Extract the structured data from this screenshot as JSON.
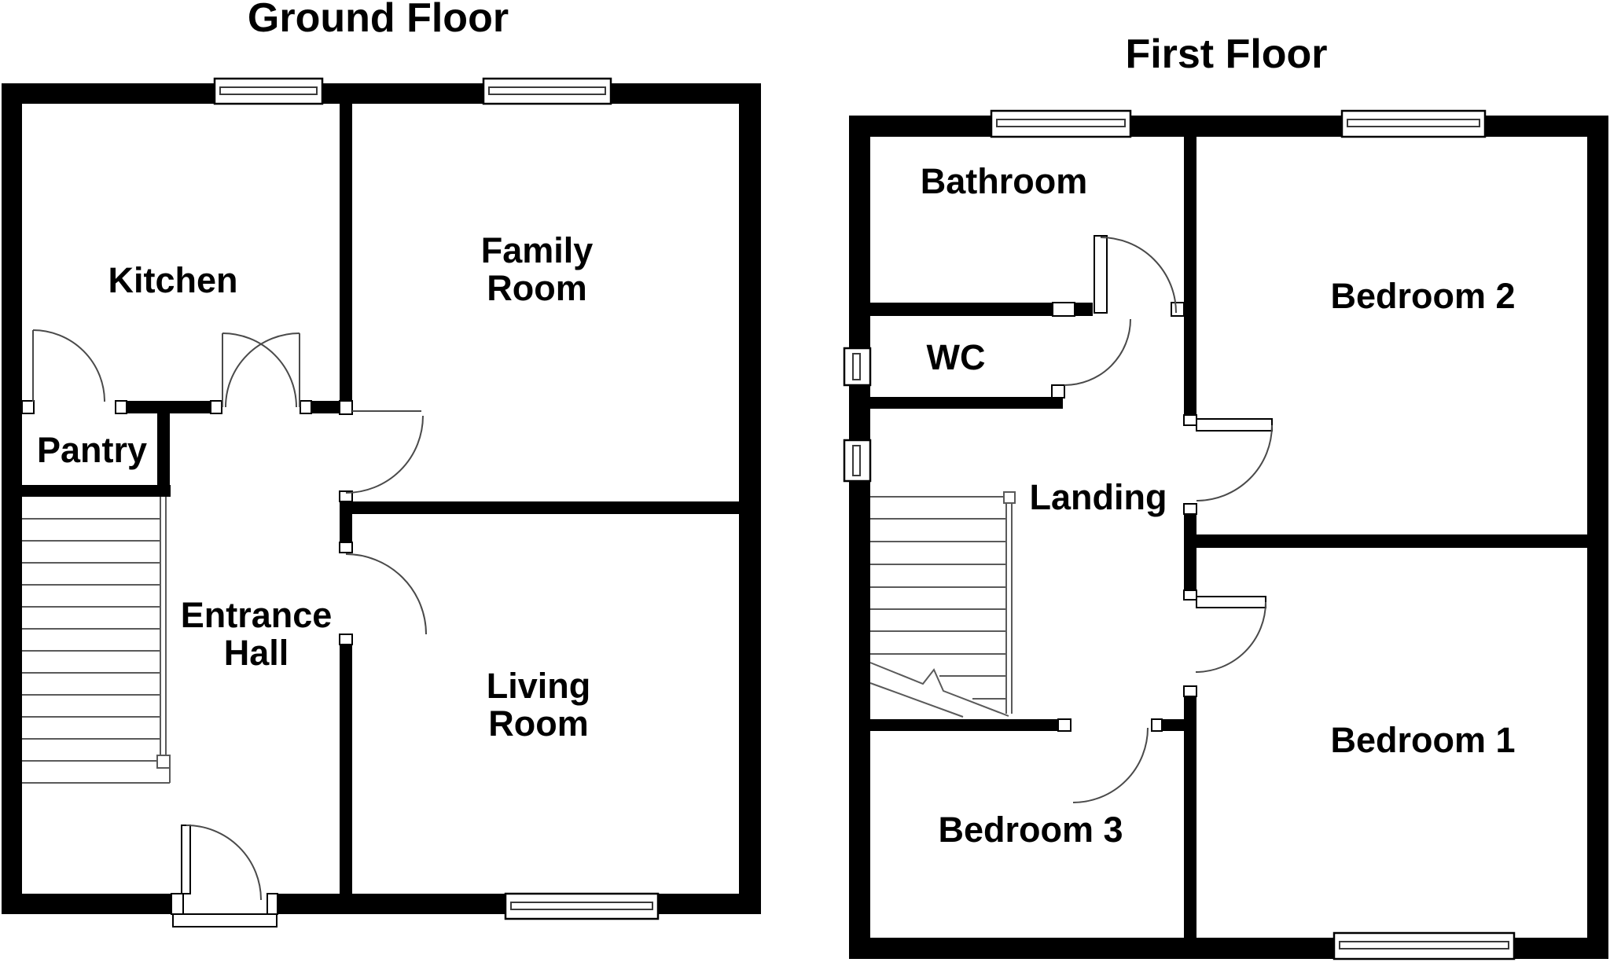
{
  "page": {
    "background": "#ffffff"
  },
  "colors": {
    "walls": "#000000",
    "text": "#000000",
    "door_lines": "#4a4a4a",
    "stair_lines": "#5a5a5a",
    "window_lines": "#3a3a3a"
  },
  "floors": [
    {
      "title": "Ground Floor",
      "rooms": [
        {
          "name": "Kitchen",
          "lines": [
            "Kitchen"
          ]
        },
        {
          "name": "Family Room",
          "lines": [
            "Family",
            "Room"
          ]
        },
        {
          "name": "Pantry",
          "lines": [
            "Pantry"
          ]
        },
        {
          "name": "Entrance Hall",
          "lines": [
            "Entrance",
            "Hall"
          ]
        },
        {
          "name": "Living Room",
          "lines": [
            "Living",
            "Room"
          ]
        }
      ]
    },
    {
      "title": "First Floor",
      "rooms": [
        {
          "name": "Bathroom",
          "lines": [
            "Bathroom"
          ]
        },
        {
          "name": "WC",
          "lines": [
            "WC"
          ]
        },
        {
          "name": "Bedroom 2",
          "lines": [
            "Bedroom 2"
          ]
        },
        {
          "name": "Landing",
          "lines": [
            "Landing"
          ]
        },
        {
          "name": "Bedroom 1",
          "lines": [
            "Bedroom 1"
          ]
        },
        {
          "name": "Bedroom 3",
          "lines": [
            "Bedroom 3"
          ]
        }
      ]
    }
  ]
}
